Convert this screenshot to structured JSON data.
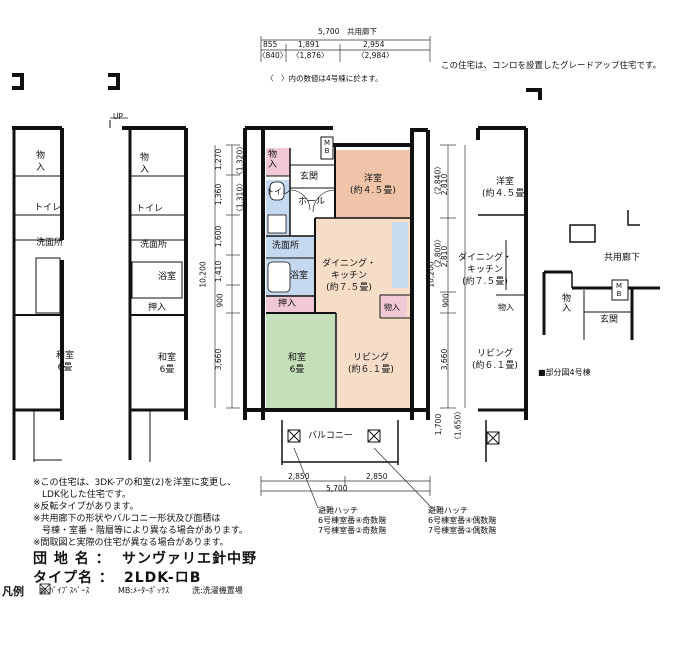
{
  "header": {
    "total_dim": "5,700　共用廊下",
    "seg1": "855",
    "seg2": "1,891",
    "seg3": "2,954",
    "seg1b": "〈840〉",
    "seg2b": "〈1,876〉",
    "seg3b": "〈2,984〉",
    "bracket_note": "〈　〉内の数値は4号棟に於ます。",
    "grade_note": "この住宅は、コンロを設置したグレードアップ住宅です。"
  },
  "rooms": {
    "mono_in": "物\n入",
    "toilet": "トイレ",
    "washroom": "洗面所",
    "bath": "浴室",
    "oshiire": "押入",
    "washitsu6": "和室\n6畳",
    "washitsu6_main": "和室\n6畳",
    "genkan": "玄関",
    "hall": "ホール",
    "youshitsu": "洋室\n(約４.５畳)",
    "dining": "ダイニング・\nキッチン\n(約７.５畳)",
    "living": "リビング\n(約６.１畳)",
    "mono_in_right": "物入",
    "balcony": "バルコニー",
    "mb": "M\nB",
    "up": "UP"
  },
  "right_plan": {
    "youshitsu": "洋室\n(約４.５畳)",
    "dining": "ダイニング・\nキッチン\n(約７.５畳)",
    "living": "リビング\n(約６.１畳)",
    "corridor": "共用廊下",
    "mono_in": "物\n入",
    "mono_in2": "物入",
    "mb": "M\nB",
    "genkan": "玄関",
    "partial_note": "■部分図4号棟"
  },
  "vertical_dims": {
    "left_total": "10,200",
    "right_total": "10,200",
    "left_segs": [
      "1,270",
      "1,360",
      "1,600",
      "1,410",
      "900",
      "3,660"
    ],
    "left_segs_b": [
      "〈1,320〉",
      "〈1,310〉"
    ],
    "right_segs": [
      "〈2,840〉",
      "2,810",
      "〈2,800〉",
      "2,810",
      "900",
      "3,660"
    ],
    "balcony_segs": [
      "1,700",
      "〈1,650〉"
    ]
  },
  "bottom_dims": {
    "a": "2,850",
    "b": "2,850",
    "total": "5,700"
  },
  "hatch": {
    "left_title": "避難ハッチ",
    "left_l1": "6号棟室番④奇数階",
    "left_l2": "7号棟室番②奇数階",
    "right_title": "避難ハッチ",
    "right_l1": "6号棟室番④偶数階",
    "right_l2": "7号棟室番②偶数階"
  },
  "notes": [
    "※この住宅は、3DK-アの和室(2)を洋室に変更し、",
    "　LDK化した住宅です。",
    "※反転タイプがあります。",
    "※共用廊下の形状やバルコニー形状及び面積は",
    "　号棟・室番・階層等により異なる場合があります。",
    "※間取図と実際の住宅が異なる場合があります。"
  ],
  "info": {
    "danchi_label": "団 地 名 ：",
    "danchi_value": "サンヴァリエ針中野",
    "type_label": "タイプ名 ：",
    "type_value": "2LDK-ロB"
  },
  "legend": {
    "title": "凡例",
    "ps": "⊠:ﾊﾟｲﾌﾟｽﾍﾟｰｽ",
    "mb": "MB:ﾒｰﾀｰﾎﾞｯｸｽ",
    "wash": "洗:洗濯機置場"
  },
  "colors": {
    "wall": "#111111",
    "youshitsu_fill": "#efc4a8",
    "ldk_fill": "#f6ddc8",
    "washitsu_fill": "#c3e0b8",
    "genkan_fill": "#ffffff",
    "monoire_fill": "#f0c8d6",
    "wet_fill": "#c4d8ef",
    "kitchen_fill": "#c8dcef"
  }
}
